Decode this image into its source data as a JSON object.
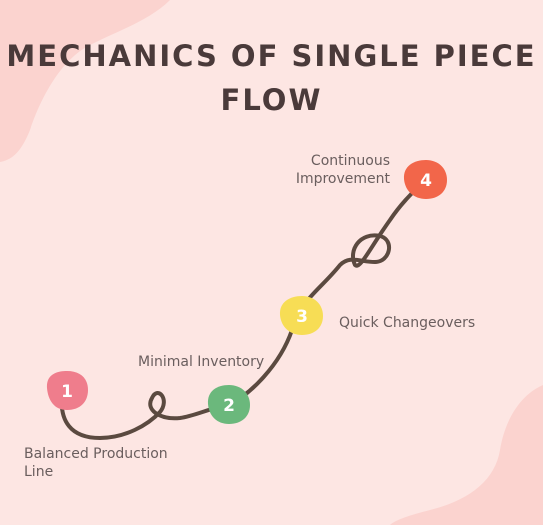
{
  "title": {
    "line1": "Mechanics of Single Piece",
    "line2": "Flow"
  },
  "steps": [
    {
      "number": "1",
      "label": "Balanced Production Line",
      "label_line1": "Balanced Production",
      "label_line2": "Line",
      "color": "#ef7d8c"
    },
    {
      "number": "2",
      "label": "Minimal Inventory",
      "color": "#6bb87c"
    },
    {
      "number": "3",
      "label": "Quick Changeovers",
      "color": "#f7dd55"
    },
    {
      "number": "4",
      "label": "Continuous Improvement",
      "label_line1": "Continuous",
      "label_line2": "Improvement",
      "color": "#f2664a"
    }
  ],
  "colors": {
    "background": "#fde6e3",
    "blob": "#fbd3cf",
    "path": "#5b4a40",
    "title": "#4a3a3a"
  }
}
